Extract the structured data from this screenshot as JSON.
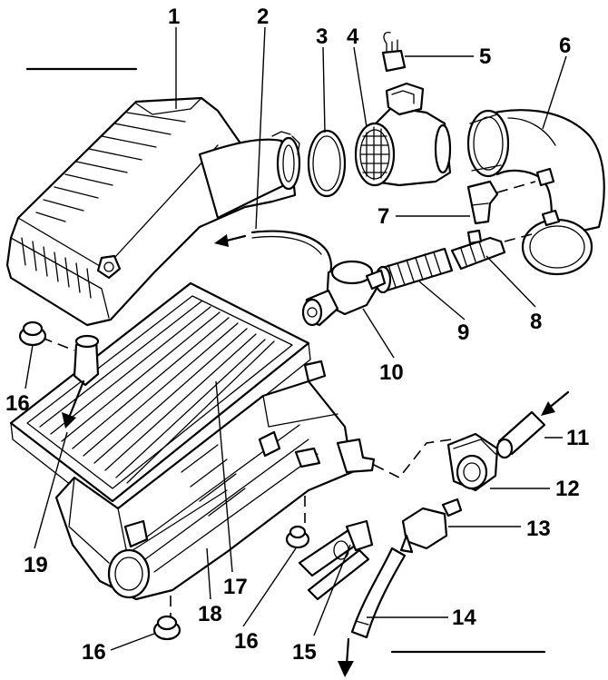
{
  "diagram": {
    "callouts": [
      {
        "id": "c1",
        "text": "1"
      },
      {
        "id": "c2",
        "text": "2"
      },
      {
        "id": "c3",
        "text": "3"
      },
      {
        "id": "c4",
        "text": "4"
      },
      {
        "id": "c5",
        "text": "5"
      },
      {
        "id": "c6",
        "text": "6"
      },
      {
        "id": "c7",
        "text": "7"
      },
      {
        "id": "c8",
        "text": "8"
      },
      {
        "id": "c9",
        "text": "9"
      },
      {
        "id": "c10",
        "text": "10"
      },
      {
        "id": "c11",
        "text": "11"
      },
      {
        "id": "c12",
        "text": "12"
      },
      {
        "id": "c13",
        "text": "13"
      },
      {
        "id": "c14",
        "text": "14"
      },
      {
        "id": "c15",
        "text": "15"
      },
      {
        "id": "c16a",
        "text": "16"
      },
      {
        "id": "c16b",
        "text": "16"
      },
      {
        "id": "c16c",
        "text": "16"
      },
      {
        "id": "c17",
        "text": "17"
      },
      {
        "id": "c18",
        "text": "18"
      },
      {
        "id": "c19",
        "text": "19"
      }
    ]
  }
}
